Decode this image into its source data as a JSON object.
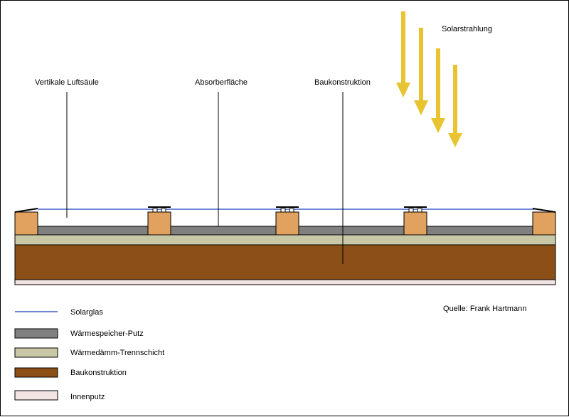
{
  "labels": {
    "radiation": "Solarstrahlung",
    "air_column": "Vertikale Luftsäule",
    "absorber": "Absorberfläche",
    "construction": "Baukonstruktion",
    "source": "Quelle: Frank Hartmann"
  },
  "legend": [
    {
      "label": "Solarglas",
      "color": "#6f86d6",
      "kind": "line"
    },
    {
      "label": "Wärmespeicher-Putz",
      "color": "#808080",
      "kind": "box"
    },
    {
      "label": "Wärmedämm-Trennschicht",
      "color": "#c9c8a6",
      "kind": "box"
    },
    {
      "label": "Baukonstruktion",
      "color": "#8b4f17",
      "kind": "box"
    },
    {
      "label": "Innenputz",
      "color": "#f3e4e4",
      "kind": "box"
    }
  ],
  "colors": {
    "arrow": "#e8c431",
    "post": "#e2a25f",
    "glass": "#6f86d6",
    "storage": "#808080",
    "insulation": "#c9c8a6",
    "construction": "#8b4f17",
    "inner_plaster": "#f3e4e4"
  }
}
